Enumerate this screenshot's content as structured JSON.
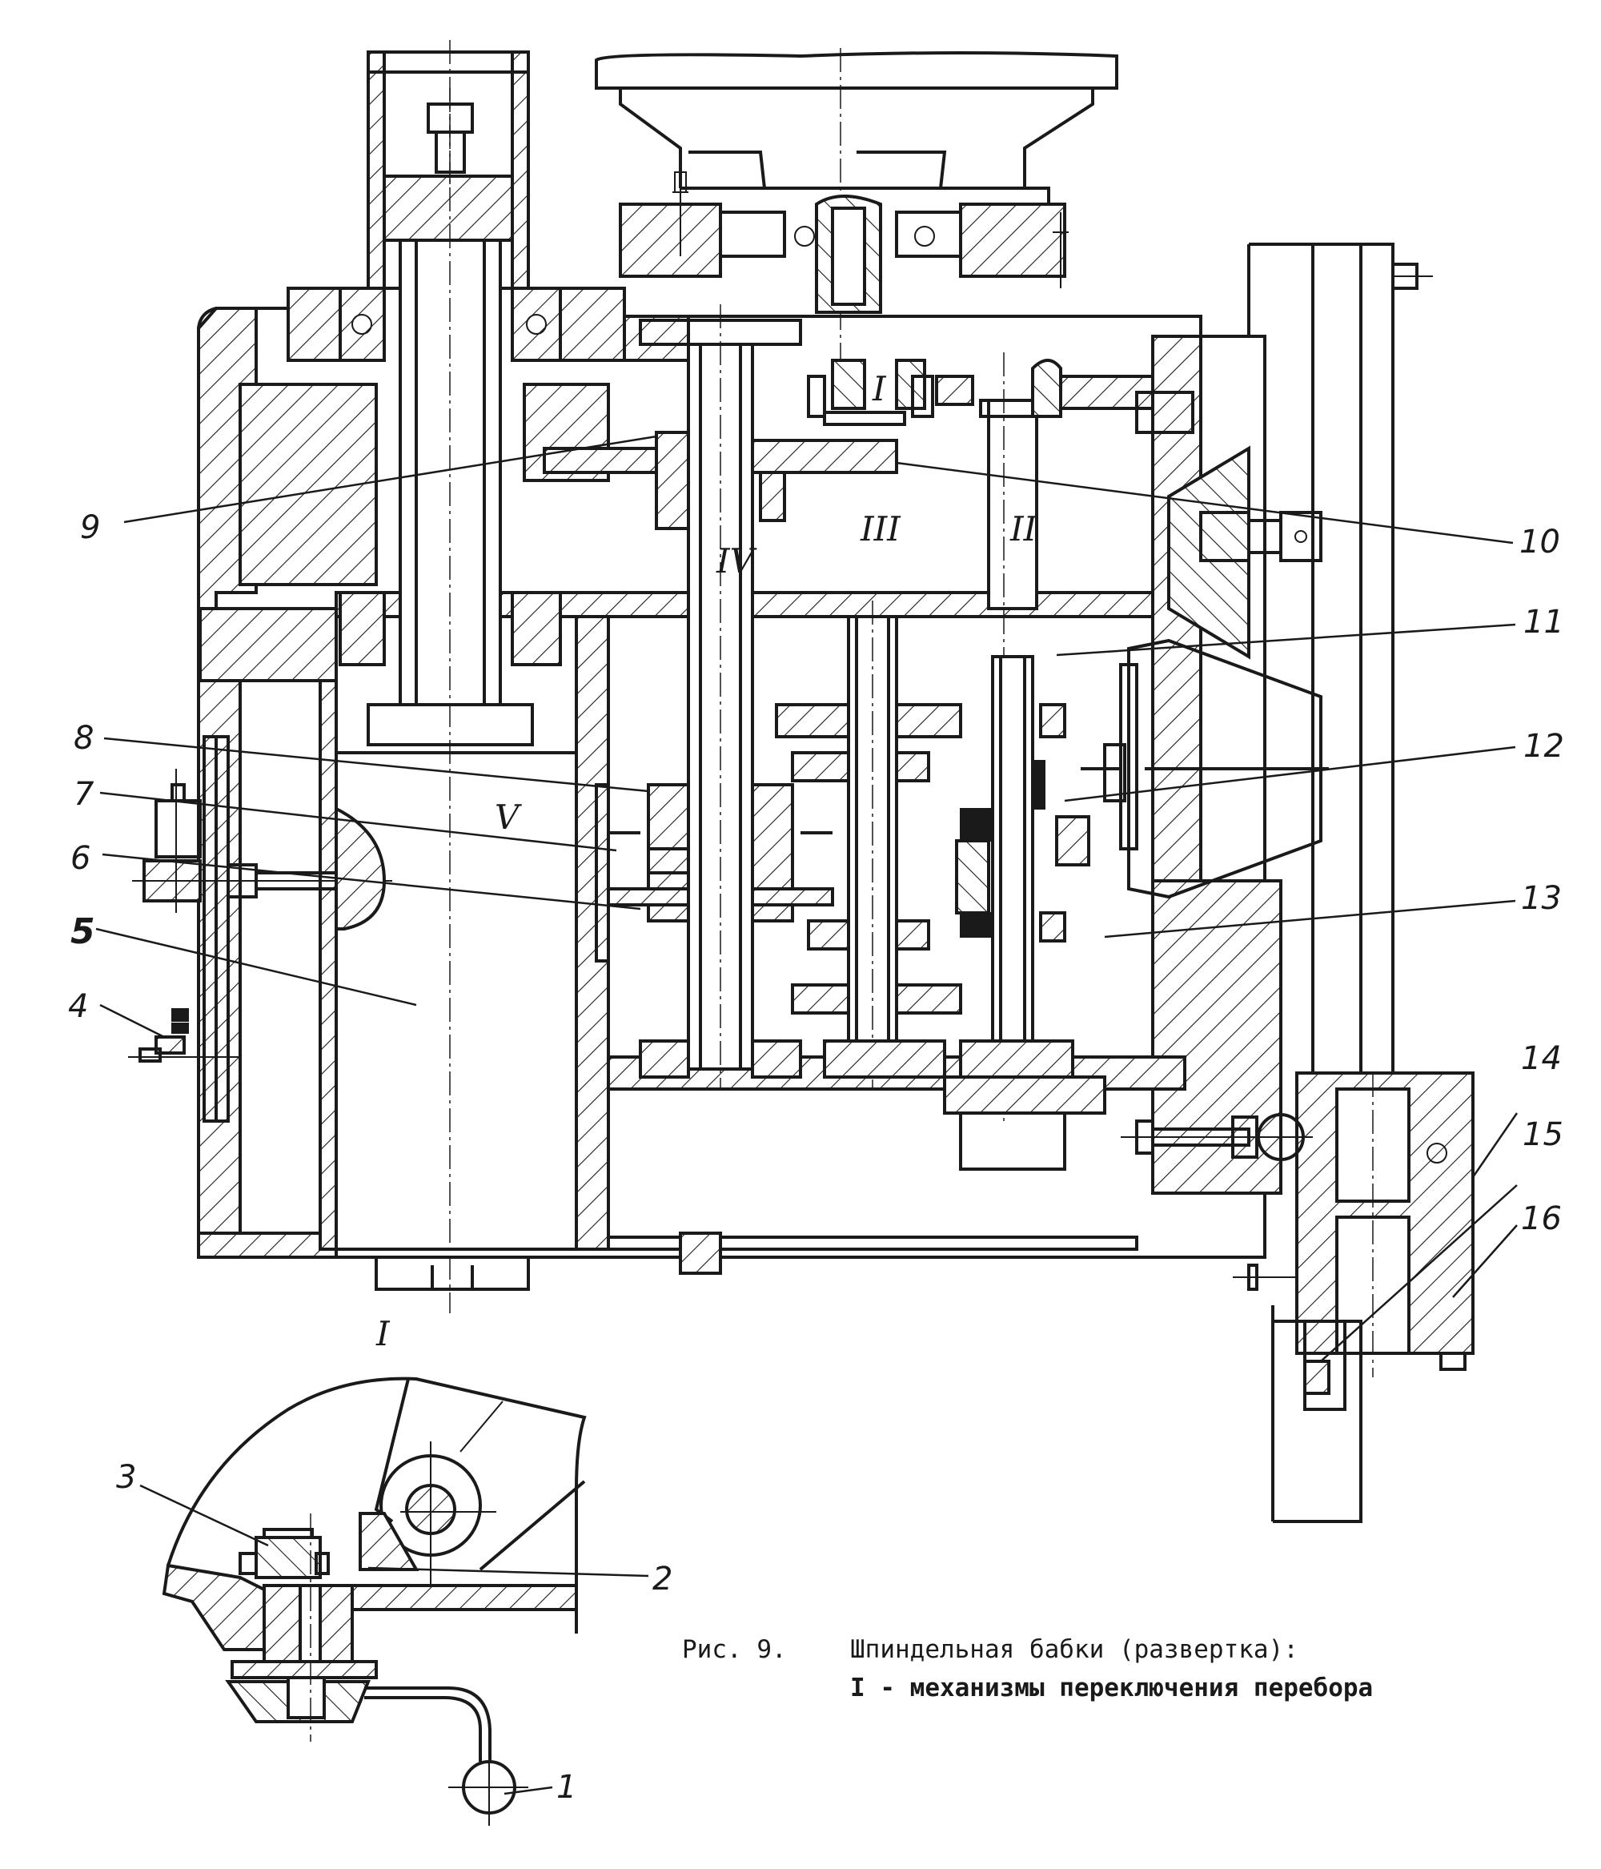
{
  "figure": {
    "number_label": "Рис. 9.",
    "title": "Шпиндельная бабки (развертка):",
    "legend_line": "I - механизмы переключения перебора"
  },
  "detail_view": {
    "label": "I"
  },
  "shafts": [
    {
      "id": "I",
      "label": "I"
    },
    {
      "id": "II",
      "label": "II"
    },
    {
      "id": "III",
      "label": "III"
    },
    {
      "id": "IV",
      "label": "IV"
    },
    {
      "id": "V",
      "label": "V"
    }
  ],
  "callouts": [
    {
      "number": "1"
    },
    {
      "number": "2"
    },
    {
      "number": "3"
    },
    {
      "number": "4"
    },
    {
      "number": "5"
    },
    {
      "number": "6"
    },
    {
      "number": "7"
    },
    {
      "number": "8"
    },
    {
      "number": "9"
    },
    {
      "number": "10"
    },
    {
      "number": "11"
    },
    {
      "number": "12"
    },
    {
      "number": "13"
    },
    {
      "number": "14"
    },
    {
      "number": "15"
    },
    {
      "number": "16"
    }
  ]
}
